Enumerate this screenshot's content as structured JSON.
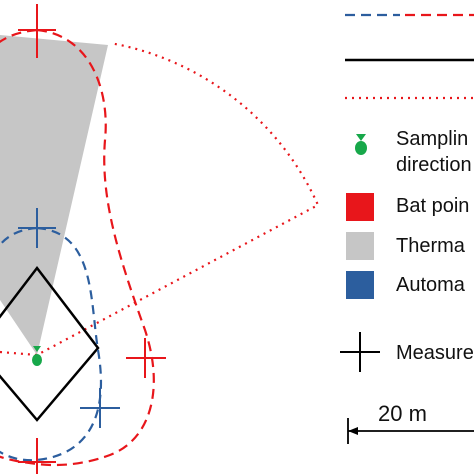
{
  "legend": {
    "sampling_label_line1": "Samplin",
    "sampling_label_line2": "direction",
    "bat_label": "Bat poin",
    "thermal_label": "Therma",
    "automatic_label": "Automa",
    "measure_label": "Measure"
  },
  "scale_bar": {
    "label": "20 m"
  },
  "colors": {
    "red": "#e8161b",
    "blue": "#2c5e9e",
    "green": "#17a84a",
    "gray": "#c6c6c6",
    "black": "#000000"
  }
}
